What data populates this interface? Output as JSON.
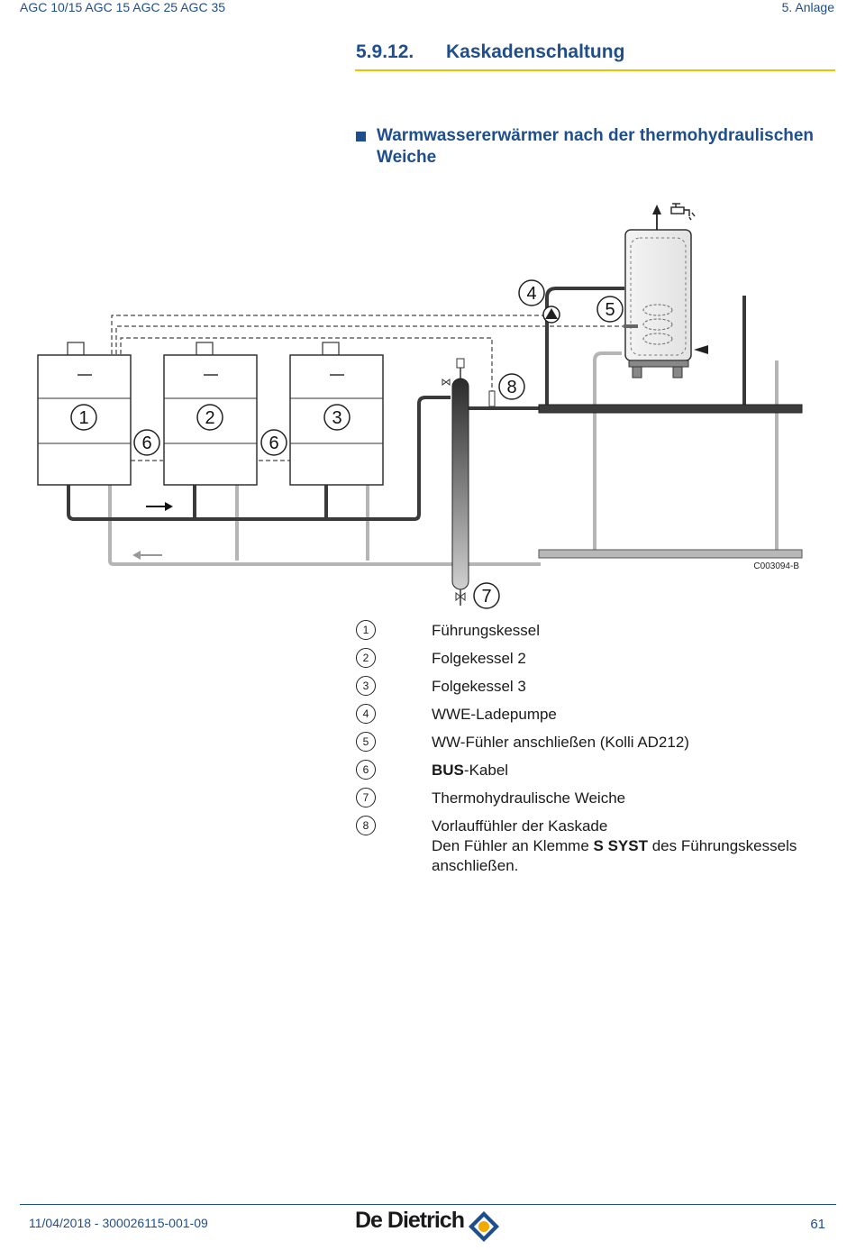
{
  "header": {
    "doc_models": "AGC 10/15 AGC 15 AGC 25 AGC 35",
    "chapter": "5.  Anlage"
  },
  "section": {
    "number": "5.9.12.",
    "title": "Kaskadenschaltung"
  },
  "subsection": {
    "title": "Warmwassererwärmer nach der thermohydraulischen Weiche"
  },
  "diagram": {
    "code": "C003094-B",
    "labels": [
      "1",
      "2",
      "3",
      "4",
      "5",
      "6",
      "6",
      "7",
      "8"
    ]
  },
  "legend": [
    {
      "num": "1",
      "text": "Führungskessel"
    },
    {
      "num": "2",
      "text": "Folgekessel 2"
    },
    {
      "num": "3",
      "text": "Folgekessel 3"
    },
    {
      "num": "4",
      "text": "WWE-Ladepumpe"
    },
    {
      "num": "5",
      "text": "WW-Fühler anschließen (Kolli AD212)"
    },
    {
      "num": "6",
      "text_bold": "BUS",
      "text_rest": "-Kabel"
    },
    {
      "num": "7",
      "text": "Thermohydraulische Weiche"
    },
    {
      "num": "8",
      "line1": "Vorlauffühler der Kaskade",
      "line2_pre": "Den Fühler an Klemme ",
      "line2_bold": "S SYST",
      "line2_post": " des Führungskessels",
      "line3": "anschließen."
    }
  ],
  "footer": {
    "doc_ref": "11/04/2018 - 300026115-001-09",
    "brand": "De Dietrich",
    "page": "61"
  },
  "colors": {
    "accent_blue": "#1f4e8c",
    "rule_yellow": "#f2c200",
    "pipe_dark": "#3a3a3a",
    "pipe_light": "#b5b5b5"
  }
}
